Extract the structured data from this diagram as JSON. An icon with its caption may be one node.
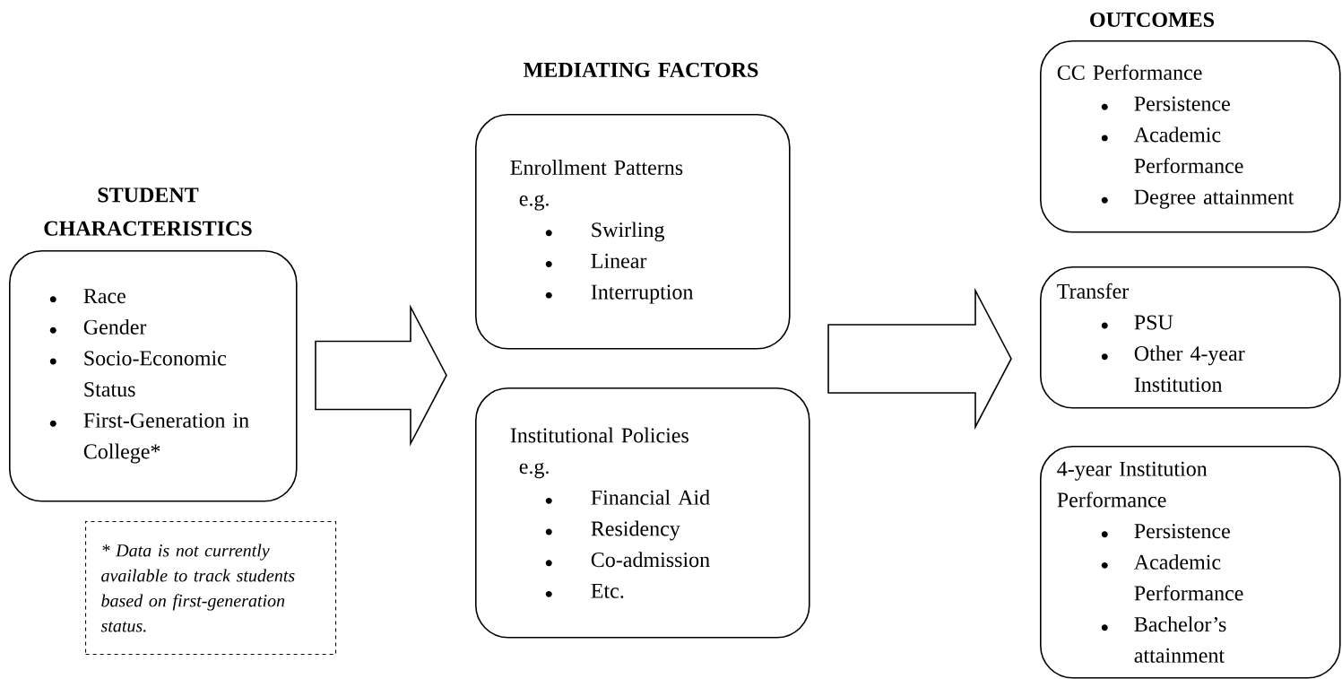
{
  "diagram": {
    "nodes": [
      {
        "text": [
          "Race",
          "Gender",
          "Socio-Economic Status",
          "First-Generation in College*"
        ]
      },
      {
        "text": [
          "* Data is not currently available to track students based on first-generation status."
        ]
      },
      {
        "text": [
          "Enrollment Patterns",
          "e.g.",
          "Swirling",
          "Linear",
          "Interruption"
        ]
      },
      {
        "text": [
          "Institutional Policies",
          "e.g.",
          "Financial Aid",
          "Residency",
          "Co-admission",
          "Etc."
        ]
      },
      {
        "text": [
          "CC Performance",
          "Persistence",
          "Academic Performance",
          "Degree attainment"
        ]
      },
      {
        "text": [
          "Transfer",
          "PSU",
          "Other 4-year Institution"
        ]
      },
      {
        "text": [
          "4-year Institution Performance",
          "Persistence",
          "Academic Performance",
          "Bachelor’s attainment"
        ]
      }
    ],
    "edges": [
      {
        "from": 0,
        "to": 2,
        "arrow": "to"
      },
      {
        "from": 0,
        "to": 3,
        "arrow": "to"
      },
      {
        "from": 2,
        "to": 4,
        "arrow": "to"
      },
      {
        "from": 2,
        "to": 5,
        "arrow": "to"
      },
      {
        "from": 2,
        "to": 6,
        "arrow": "to"
      },
      {
        "from": 3,
        "to": 4,
        "arrow": "to"
      },
      {
        "from": 3,
        "to": 5,
        "arrow": "to"
      },
      {
        "from": 3,
        "to": 6,
        "arrow": "to"
      }
    ],
    "labels": [
      "STUDENT CHARACTERISTICS",
      "MEDIATING FACTORS",
      "OUTCOMES"
    ]
  }
}
